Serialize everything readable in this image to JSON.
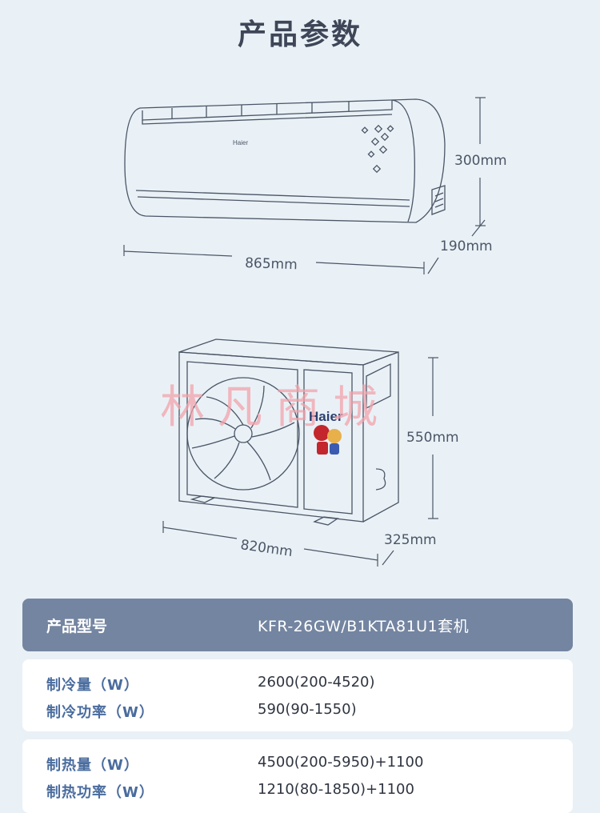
{
  "page_title": "产品参数",
  "indoor_unit": {
    "brand_logo": "Haier",
    "height": "300mm",
    "depth": "190mm",
    "width": "865mm"
  },
  "outdoor_unit": {
    "brand_logo": "Haier",
    "height": "550mm",
    "depth": "325mm",
    "width": "820mm"
  },
  "watermark": "林凡商城",
  "specs": {
    "header": {
      "label": "产品型号",
      "value": "KFR-26GW/B1KTA81U1套机"
    },
    "cooling": [
      {
        "label": "制冷量（W）",
        "value": "2600(200-4520)"
      },
      {
        "label": "制冷功率（W）",
        "value": "590(90-1550)"
      }
    ],
    "heating": [
      {
        "label": "制热量（W）",
        "value": "4500(200-5950)+1100"
      },
      {
        "label": "制热功率（W）",
        "value": "1210(80-1850)+1100"
      }
    ]
  },
  "colors": {
    "background": "#e9f1f6",
    "header_bar": "#7485a1",
    "label_text": "#4a6c9e",
    "line_art": "#4b5566",
    "watermark": "#f3a3ac"
  }
}
